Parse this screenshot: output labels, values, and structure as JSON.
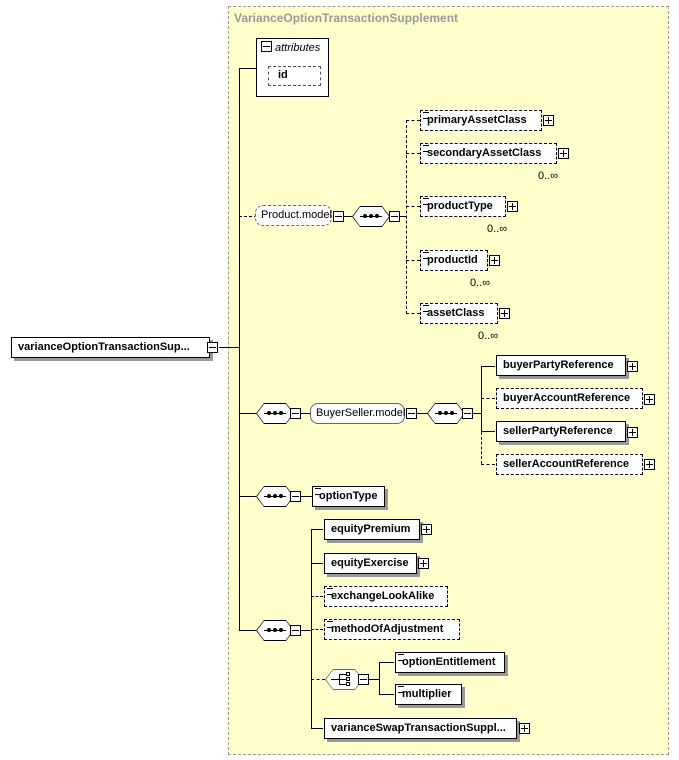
{
  "group_title": "VarianceOptionTransactionSupplement",
  "attributes": {
    "label": "attributes",
    "items": [
      "id"
    ]
  },
  "root": "varianceOptionTransactionSup...",
  "product_model": {
    "label": "Product.model",
    "elements": [
      {
        "name": "primaryAssetClass",
        "card": ""
      },
      {
        "name": "secondaryAssetClass",
        "card": "0..∞"
      },
      {
        "name": "productType",
        "card": "0..∞"
      },
      {
        "name": "productId",
        "card": "0..∞"
      },
      {
        "name": "assetClass",
        "card": "0..∞"
      }
    ]
  },
  "buyer_seller_model": {
    "label": "BuyerSeller.model",
    "elements": [
      "buyerPartyReference",
      "buyerAccountReference",
      "sellerPartyReference",
      "sellerAccountReference"
    ]
  },
  "option_type": "optionType",
  "main_sequence": {
    "elements": [
      "equityPremium",
      "equityExercise",
      "exchangeLookAlike",
      "methodOfAdjustment"
    ],
    "choice": [
      "optionEntitlement",
      "multiplier"
    ],
    "last": "varianceSwapTransactionSuppl..."
  }
}
